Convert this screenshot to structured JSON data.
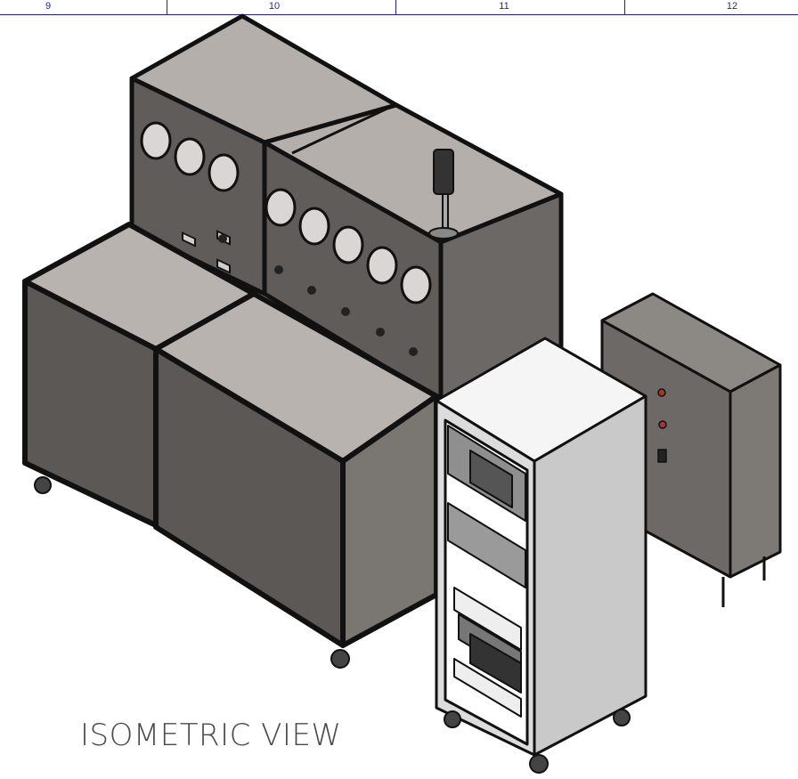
{
  "zone_labels": [
    "9",
    "10",
    "11",
    "12"
  ],
  "view_label": "ISOMETRIC VIEW",
  "colors": {
    "frame": "#111111",
    "panel_dark": "#6e6b68",
    "panel_mid": "#8f8b87",
    "panel_top": "#b3aeaa",
    "cabinet_light": "#f2f2f2",
    "cabinet_side": "#c8c8c8",
    "zone_line": "#1f1fb3"
  }
}
